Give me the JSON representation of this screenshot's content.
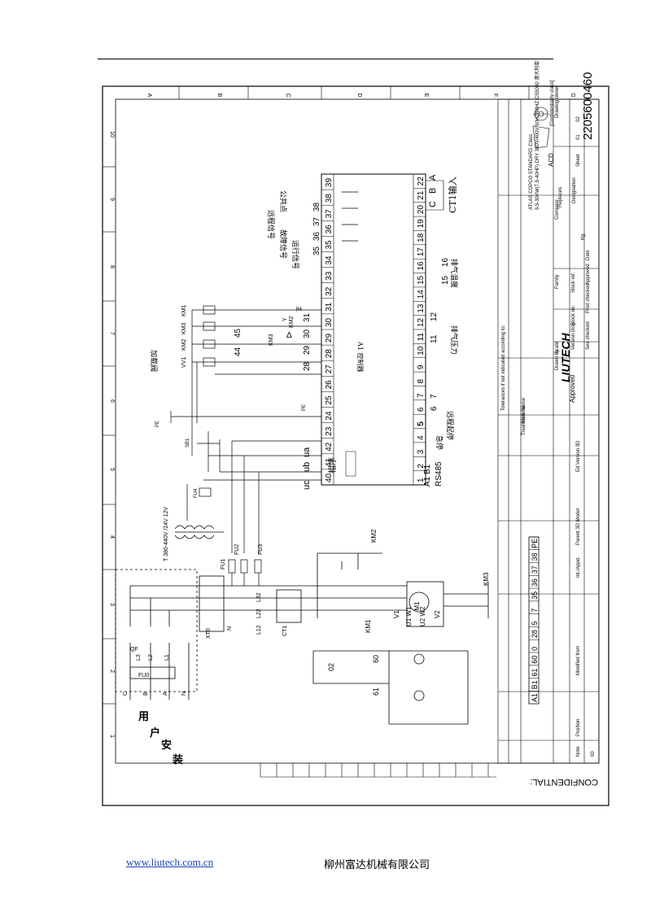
{
  "footer": {
    "website": "www.liutech.com.cn",
    "company": "柳州富达机械有限公司"
  },
  "frame": {
    "col_letters": [
      "A",
      "B",
      "C",
      "D",
      "E",
      "F",
      "G"
    ],
    "row_numbers": [
      "10",
      "9",
      "8",
      "7",
      "6",
      "5",
      "4",
      "3",
      "2",
      "1"
    ]
  },
  "terminals": {
    "top": [
      "40",
      "41",
      "42",
      "23",
      "24",
      "25",
      "26",
      "27",
      "28",
      "29",
      "30",
      "31",
      "32",
      "33",
      "34",
      "35",
      "36",
      "37",
      "38",
      "39"
    ],
    "bottom": [
      "1",
      "2",
      "3",
      "4",
      "5",
      "6",
      "7",
      "8",
      "9",
      "10",
      "11",
      "12",
      "13",
      "14",
      "15",
      "16",
      "17",
      "18",
      "19",
      "20",
      "21",
      "22"
    ],
    "top_inputs": [
      "uc",
      "ub",
      "ua"
    ],
    "bottom_cba": [
      "C",
      "B",
      "A"
    ]
  },
  "labels": {
    "controller": "A1 控制器",
    "phase_seq": "相序",
    "a1b1": "A1  B1",
    "rs485": "RS485",
    "ct1_input": "CT1输入",
    "user_install": [
      "用",
      "户",
      "安",
      "装"
    ],
    "num_35": "35",
    "num_36": "36",
    "num_37": "37",
    "num_38": "38",
    "num_28": "28",
    "num_29": "29",
    "num_30": "30",
    "num_31": "31",
    "num_44": "44",
    "num_45": "45",
    "num_5": "5",
    "num_6": "6",
    "num_7": "7",
    "num_11": "11",
    "num_12": "12",
    "num_15": "15",
    "num_16": "16",
    "exhaust_temp": "排气温度",
    "exhaust_press": "排气压力",
    "estop": "急停",
    "remote_start": "远程起停",
    "run_signal": "运行信号",
    "fault_signal": "故障信号",
    "remote_signal": "远程信号",
    "common_point": "公共点",
    "load_valve": "加载阀",
    "vv1": "VV1",
    "km1": "KM1",
    "km2": "KM2",
    "km3": "KM3",
    "m1": "M1",
    "ct1": "CT1",
    "qf": "QF",
    "fu0": "FU0",
    "fu1": "FU1",
    "fu2": "FU2",
    "fu3": "FU3",
    "fu4": "FU4",
    "sb1": "SB1",
    "xt0": "XT0",
    "pe": "PE",
    "transformer": "T  380-440V /24V  12V",
    "u1w1": "U1 W1",
    "v1": "V1",
    "u2w2": "U2 W2",
    "v2": "V2",
    "n": "N",
    "phase_l3": "L3",
    "phase_l2": "L2",
    "phase_l1": "L1",
    "phase_c": "C",
    "phase_b": "B",
    "phase_a": "A",
    "phase_n": "N",
    "l12": "L12",
    "l22": "L22",
    "l32": "L32",
    "n02": "02",
    "n60": "60",
    "n61": "61",
    "delta": "Δ",
    "wye": "Y",
    "main": "主"
  },
  "bottom_strip": [
    "A1",
    "B1",
    "61",
    "60",
    "0",
    "28",
    "5",
    "7",
    "35",
    "36",
    "37",
    "38",
    "PE"
  ],
  "title_block": {
    "company_logo": "LIUTECH",
    "drawing_number": "2205600460",
    "name_line1": "ATLAS COPCO STANDARD Class",
    "name_line2": "5.5-30KW(7.5-40HP) DRY 380V/400V  50HZ/60HZ  CS5000 澳大利亚",
    "confidential": "CONFIDENTIAL:",
    "approved": "Approved",
    "acd": "ACD",
    "sheet": "Sheet",
    "sheet_no": "01",
    "sheet_total": "02",
    "drawing_owner": "Drawing owner",
    "replaces": "Replaces",
    "compare": "Compare",
    "designation": "Designation",
    "kg": "Kg",
    "date": "Date",
    "name_label": "Name",
    "material": "Material",
    "treatment": "Treatment",
    "tolerances": "Tolerances if not indicated according to:",
    "scale": "Scale",
    "drawn_by": "Drawn by",
    "version_orig": "Version Orig.",
    "see_checked": "See checked",
    "family": "Family",
    "stock_ref": "Stock ref.",
    "prod_checked": "Prod checked",
    "stock_no": "Stock no.",
    "approved_label": "Approved",
    "ed_version": "Ed.Version 3D",
    "parent_model": "Parent 3D Model",
    "conf_note": "[Confidentiality class]",
    "note": "Note",
    "position": "Position",
    "modified_from": "Modified from",
    "int_appd": "Int./Appd.",
    "zero": "00"
  }
}
